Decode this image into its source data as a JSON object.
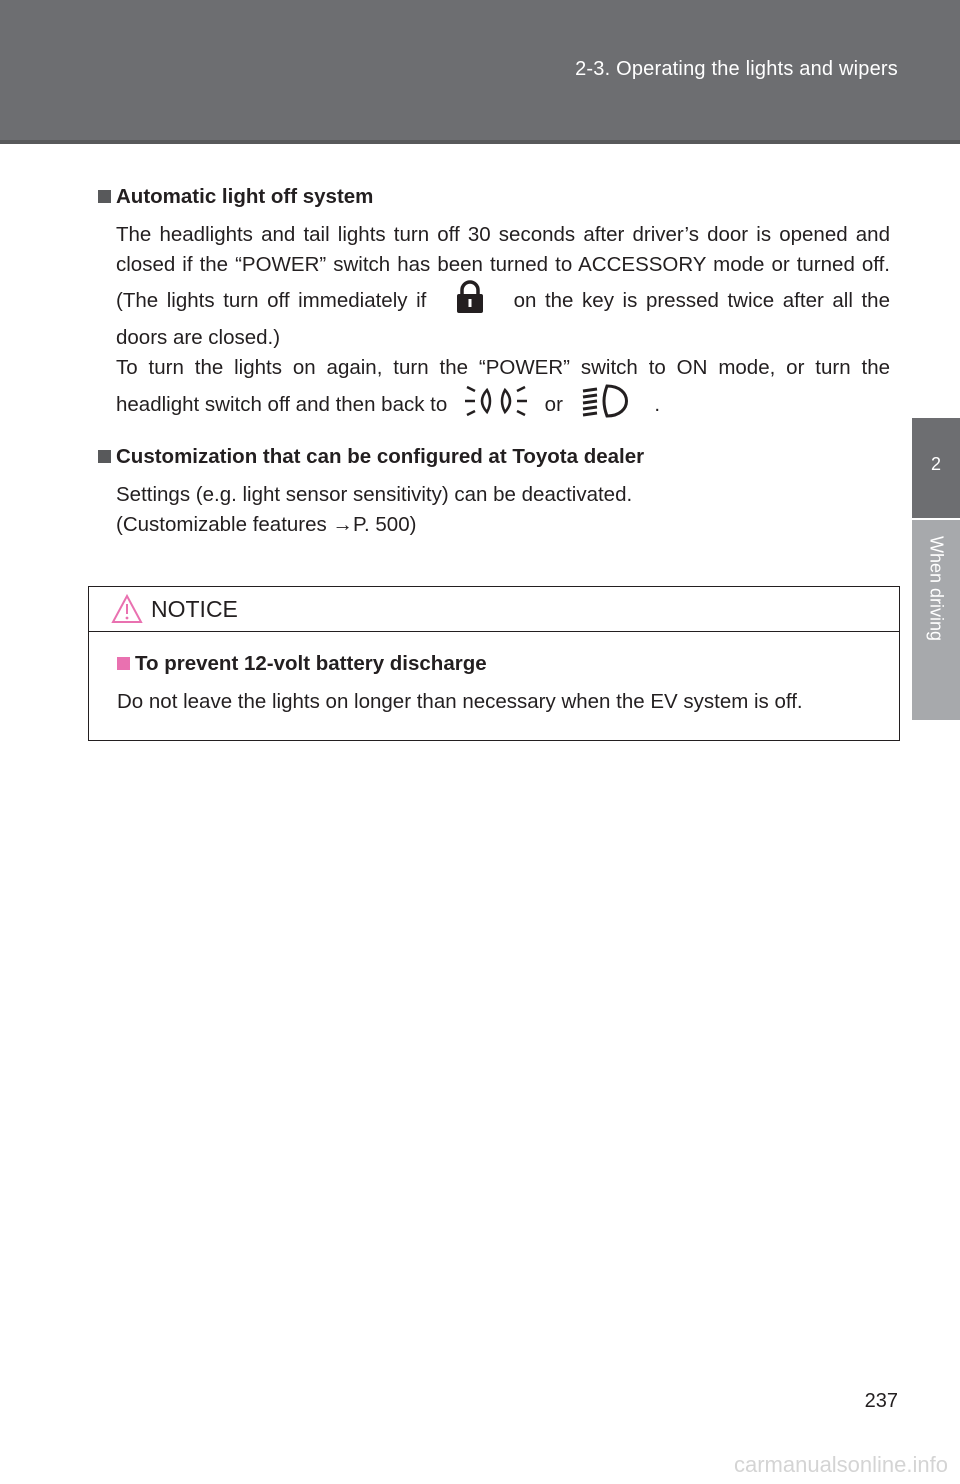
{
  "header": {
    "section": "2-3. Operating the lights and wipers"
  },
  "side_tab": {
    "number": "2",
    "label": "When driving"
  },
  "blocks": [
    {
      "title": "Automatic light off system",
      "lines": [
        "The headlights and tail lights turn off 30 seconds after driver’s door is opened and closed if the “POWER” switch has been turned to ACCESSORY mode or turned off. (The lights turn off immediately if",
        "on the key is pressed twice after all the doors are closed.)",
        "To turn the lights on again, turn the “POWER” switch to ON mode, or turn the headlight switch off and then back to",
        "or",
        "."
      ]
    },
    {
      "title": "Customization that can be configured at Toyota dealer",
      "lines": [
        "Settings (e.g. light sensor sensitivity) can be deactivated.",
        "(Customizable features →P. 500)"
      ]
    }
  ],
  "notice": {
    "title": "NOTICE",
    "heading": "To prevent 12-volt battery discharge",
    "text": "Do not leave the lights on longer than necessary when the EV system is off."
  },
  "page_number": "237",
  "watermark": "carmanualsonline.info",
  "icons": [
    "lock-icon",
    "tail-lights-icon",
    "headlight-icon",
    "warning-triangle-icon"
  ],
  "colors": {
    "header": "#6d6e71",
    "tab_label": "#a7a9ac",
    "notice_bullet": "#e971b0"
  }
}
